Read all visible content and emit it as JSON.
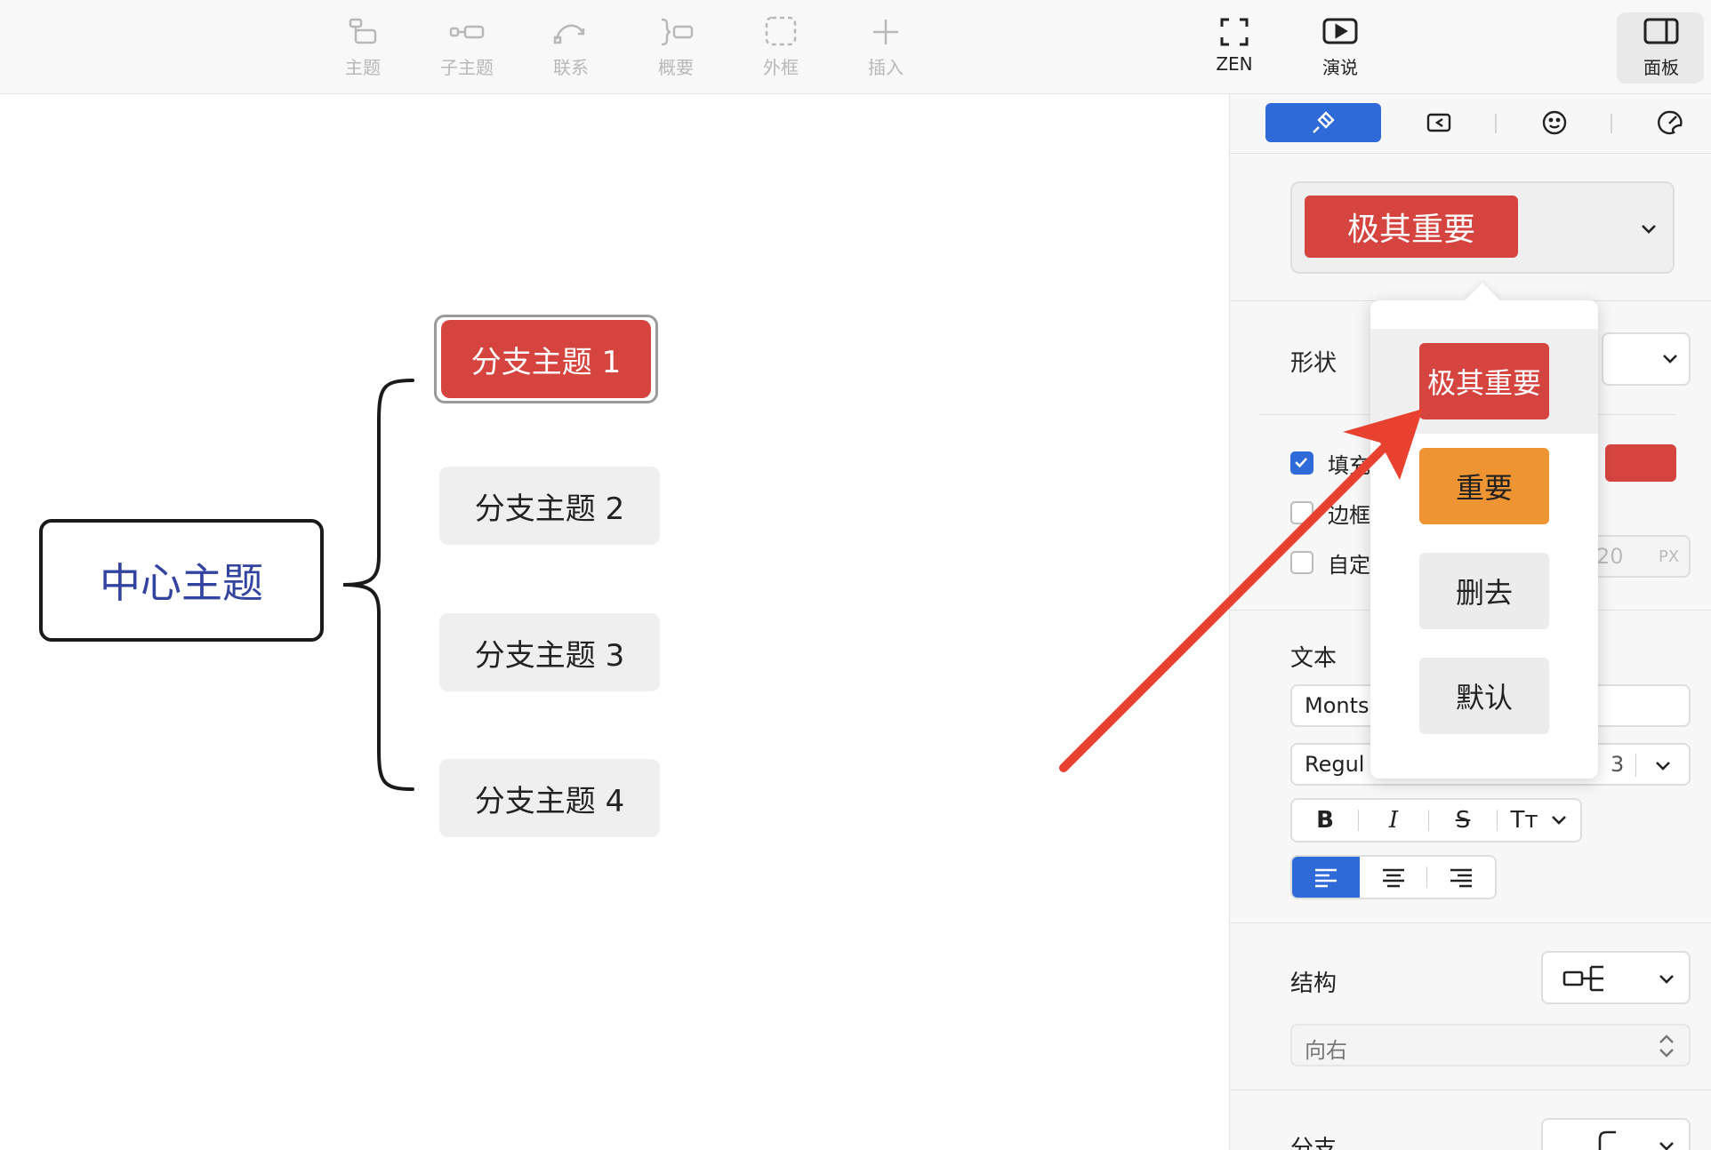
{
  "toolbar": {
    "items": [
      {
        "label": "主题",
        "icon": "topic-icon"
      },
      {
        "label": "子主题",
        "icon": "subtopic-icon"
      },
      {
        "label": "联系",
        "icon": "relationship-icon"
      },
      {
        "label": "概要",
        "icon": "summary-icon"
      },
      {
        "label": "外框",
        "icon": "boundary-icon"
      },
      {
        "label": "插入",
        "icon": "plus-icon"
      }
    ],
    "right_items": [
      {
        "label": "ZEN",
        "icon": "fullscreen-icon"
      },
      {
        "label": "演说",
        "icon": "play-icon"
      },
      {
        "label": "面板",
        "icon": "panel-icon"
      }
    ]
  },
  "canvas": {
    "center_topic": "中心主题",
    "branches": [
      "分支主题 1",
      "分支主题 2",
      "分支主题 3",
      "分支主题 4"
    ]
  },
  "panel": {
    "marker_select": {
      "selected": "极其重要"
    },
    "shape_label": "形状",
    "fill_label": "填充",
    "border_label": "边框",
    "custom_label": "自定",
    "custom_value": "20",
    "custom_unit": "PX",
    "text_label": "文本",
    "font_family": "Monts",
    "font_weight": "Regul",
    "font_size_partial": "3",
    "bold": "B",
    "italic": "I",
    "strike": "S",
    "case": "Tт",
    "structure_label": "结构",
    "direction_label": "向右",
    "branch_label": "分支"
  },
  "popover": {
    "options": [
      {
        "label": "极其重要",
        "bg": "#d5443f",
        "fg": "#ffffff"
      },
      {
        "label": "重要",
        "bg": "#ef9433",
        "fg": "#222222"
      },
      {
        "label": "删去",
        "bg": "#ececec",
        "fg": "#222222"
      },
      {
        "label": "默认",
        "bg": "#ececec",
        "fg": "#222222"
      }
    ]
  },
  "colors": {
    "accent": "#2f6bd8",
    "important_red": "#d5443f",
    "important_orange": "#ef9433",
    "annotation_arrow": "#e8412f"
  }
}
